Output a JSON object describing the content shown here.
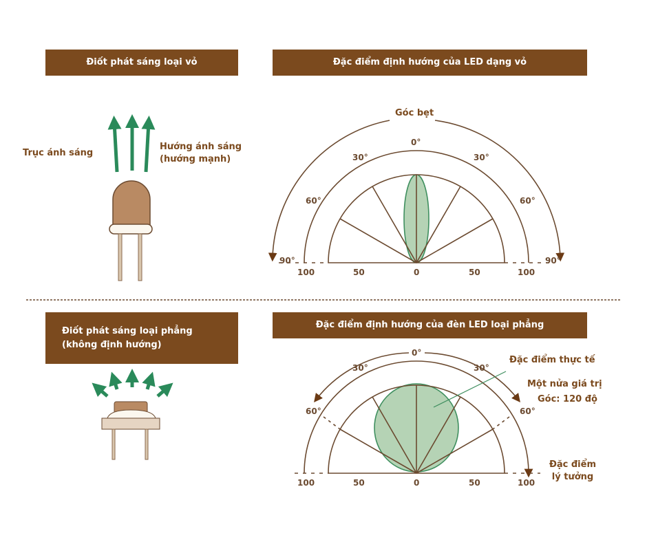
{
  "top": {
    "left_header": "Điốt phát sáng loại vỏ",
    "right_header": "Đặc điểm định hướng của LED dạng vỏ",
    "light_axis_label": "Trục ánh sáng",
    "light_direction_label_1": "Hướng ánh sáng",
    "light_direction_label_2": "(hướng mạnh)",
    "straight_angle_label": "Góc bẹt",
    "angles": {
      "a0": "0°",
      "a30l": "30°",
      "a30r": "30°",
      "a60l": "60°",
      "a60r": "60°",
      "a90l": "90°",
      "a90r": "90°"
    },
    "scale": {
      "l100": "100",
      "l50": "50",
      "c0": "0",
      "r50": "50",
      "r100": "100"
    }
  },
  "bottom": {
    "left_header": "Điốt phát sáng loại phẳng (không định hướng)",
    "right_header": "Đặc điểm định hướng của đèn LED loại phẳng",
    "actual_label": "Đặc điểm thực tế",
    "half_value_label": "Một nửa giá trị",
    "angle_label": "Góc: 120 độ",
    "ideal_label": "Đặc điểm lý tưởng",
    "angles": {
      "a0": "0°",
      "a30l": "30°",
      "a30r": "30°",
      "a60l": "60°",
      "a60r": "60°"
    },
    "scale": {
      "l100": "100",
      "l50": "50",
      "c0": "0",
      "r50": "50",
      "r100": "100"
    }
  },
  "colors": {
    "brand": "#7b4a1e",
    "line": "#6b4a30",
    "lobe_fill": "#b5d3b5",
    "lobe_stroke": "#3f8f5f",
    "arrow_green": "#2a8a5a"
  }
}
